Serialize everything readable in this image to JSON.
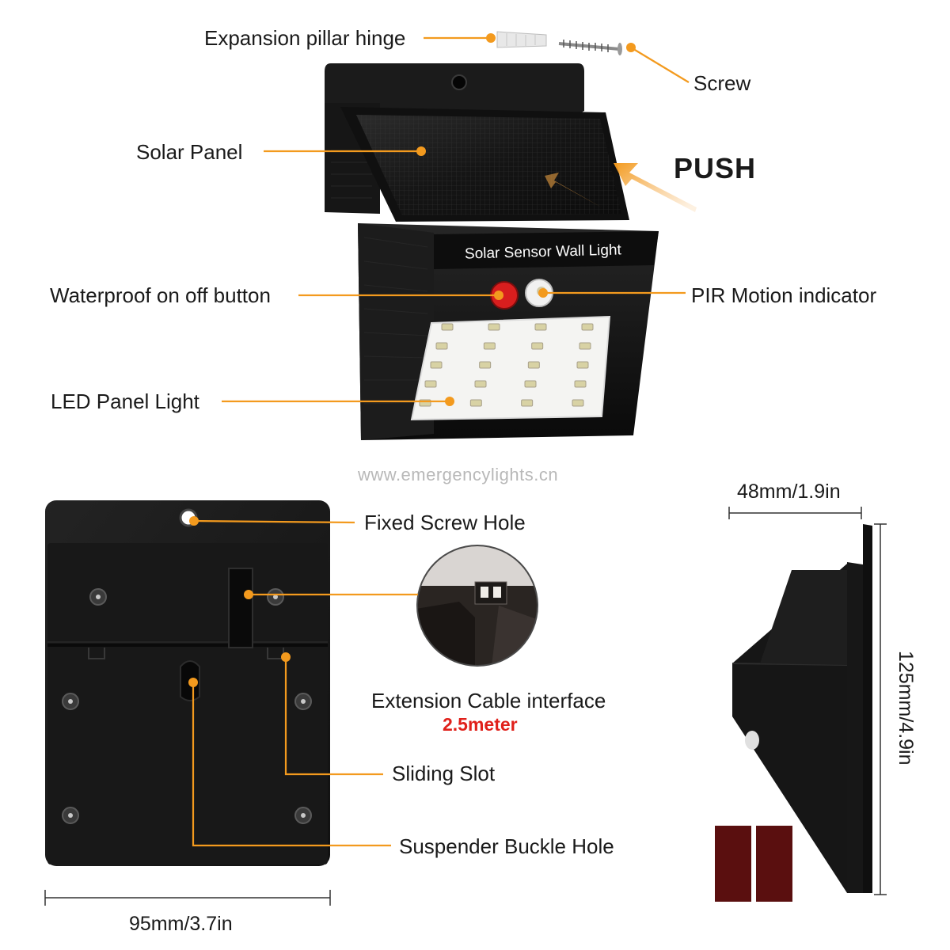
{
  "labels": {
    "expansion_hinge": "Expansion pillar hinge",
    "screw": "Screw",
    "solar_panel": "Solar Panel",
    "push": "PUSH",
    "product_title": "Solar Sensor Wall Light",
    "waterproof_button": "Waterproof on off button",
    "pir_indicator": "PIR Motion indicator",
    "led_panel": "LED Panel Light",
    "watermark": "www.emergencylights.cn",
    "fixed_screw_hole": "Fixed Screw Hole",
    "extension_cable": "Extension Cable interface",
    "cable_length": "2.5meter",
    "sliding_slot": "Sliding Slot",
    "suspender_hole": "Suspender Buckle Hole"
  },
  "dimensions": {
    "width": "95mm/3.7in",
    "depth": "48mm/1.9in",
    "height": "125mm/4.9in"
  },
  "colors": {
    "leader": "#f39a1e",
    "body": "#141414",
    "body_light": "#2a2a2a",
    "accent_red": "#e0201a",
    "watermark": "#b8b8b8",
    "adhesive": "#5a0f0f"
  }
}
